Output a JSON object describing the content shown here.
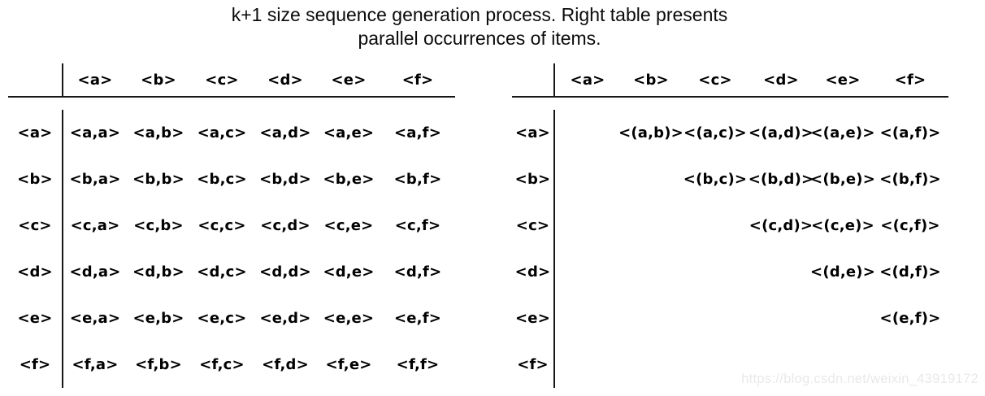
{
  "title": {
    "line1": "k+1 size sequence generation process. Right table presents",
    "line2": "parallel occurrences of items."
  },
  "left_table": {
    "description": "all k+1 sequence combinations",
    "column_headers": [
      "<a>",
      "<b>",
      "<c>",
      "<d>",
      "<e>",
      "<f>"
    ],
    "rows": [
      {
        "header": "<a>",
        "cells": [
          "<a,a>",
          "<a,b>",
          "<a,c>",
          "<a,d>",
          "<a,e>",
          "<a,f>"
        ]
      },
      {
        "header": "<b>",
        "cells": [
          "<b,a>",
          "<b,b>",
          "<b,c>",
          "<b,d>",
          "<b,e>",
          "<b,f>"
        ]
      },
      {
        "header": "<c>",
        "cells": [
          "<c,a>",
          "<c,b>",
          "<c,c>",
          "<c,d>",
          "<c,e>",
          "<c,f>"
        ]
      },
      {
        "header": "<d>",
        "cells": [
          "<d,a>",
          "<d,b>",
          "<d,c>",
          "<d,d>",
          "<d,e>",
          "<d,f>"
        ]
      },
      {
        "header": "<e>",
        "cells": [
          "<e,a>",
          "<e,b>",
          "<e,c>",
          "<e,d>",
          "<e,e>",
          "<e,f>"
        ]
      },
      {
        "header": "<f>",
        "cells": [
          "<f,a>",
          "<f,b>",
          "<f,c>",
          "<f,d>",
          "<f,e>",
          "<f,f>"
        ]
      }
    ]
  },
  "right_table": {
    "description": "parallel occurrences of items (upper triangular)",
    "column_headers": [
      "<a>",
      "<b>",
      "<c>",
      "<d>",
      "<e>",
      "<f>"
    ],
    "rows": [
      {
        "header": "<a>",
        "cells": [
          "",
          "<(a,b)>",
          "<(a,c)>",
          "<(a,d)>",
          "<(a,e)>",
          "<(a,f)>"
        ]
      },
      {
        "header": "<b>",
        "cells": [
          "",
          "",
          "<(b,c)>",
          "<(b,d)>",
          "<(b,e)>",
          "<(b,f)>"
        ]
      },
      {
        "header": "<c>",
        "cells": [
          "",
          "",
          "",
          "<(c,d)>",
          "<(c,e)>",
          "<(c,f)>"
        ]
      },
      {
        "header": "<d>",
        "cells": [
          "",
          "",
          "",
          "",
          "<(d,e)>",
          "<(d,f)>"
        ]
      },
      {
        "header": "<e>",
        "cells": [
          "",
          "",
          "",
          "",
          "",
          "<(e,f)>"
        ]
      },
      {
        "header": "<f>",
        "cells": [
          "",
          "",
          "",
          "",
          "",
          ""
        ]
      }
    ]
  },
  "watermark": {
    "text": "https://blog.csdn.net/weixin_43919172",
    "color": "#e9e9e9"
  },
  "colors": {
    "text": "#000000",
    "rule_line": "#161616",
    "background": "#ffffff"
  }
}
